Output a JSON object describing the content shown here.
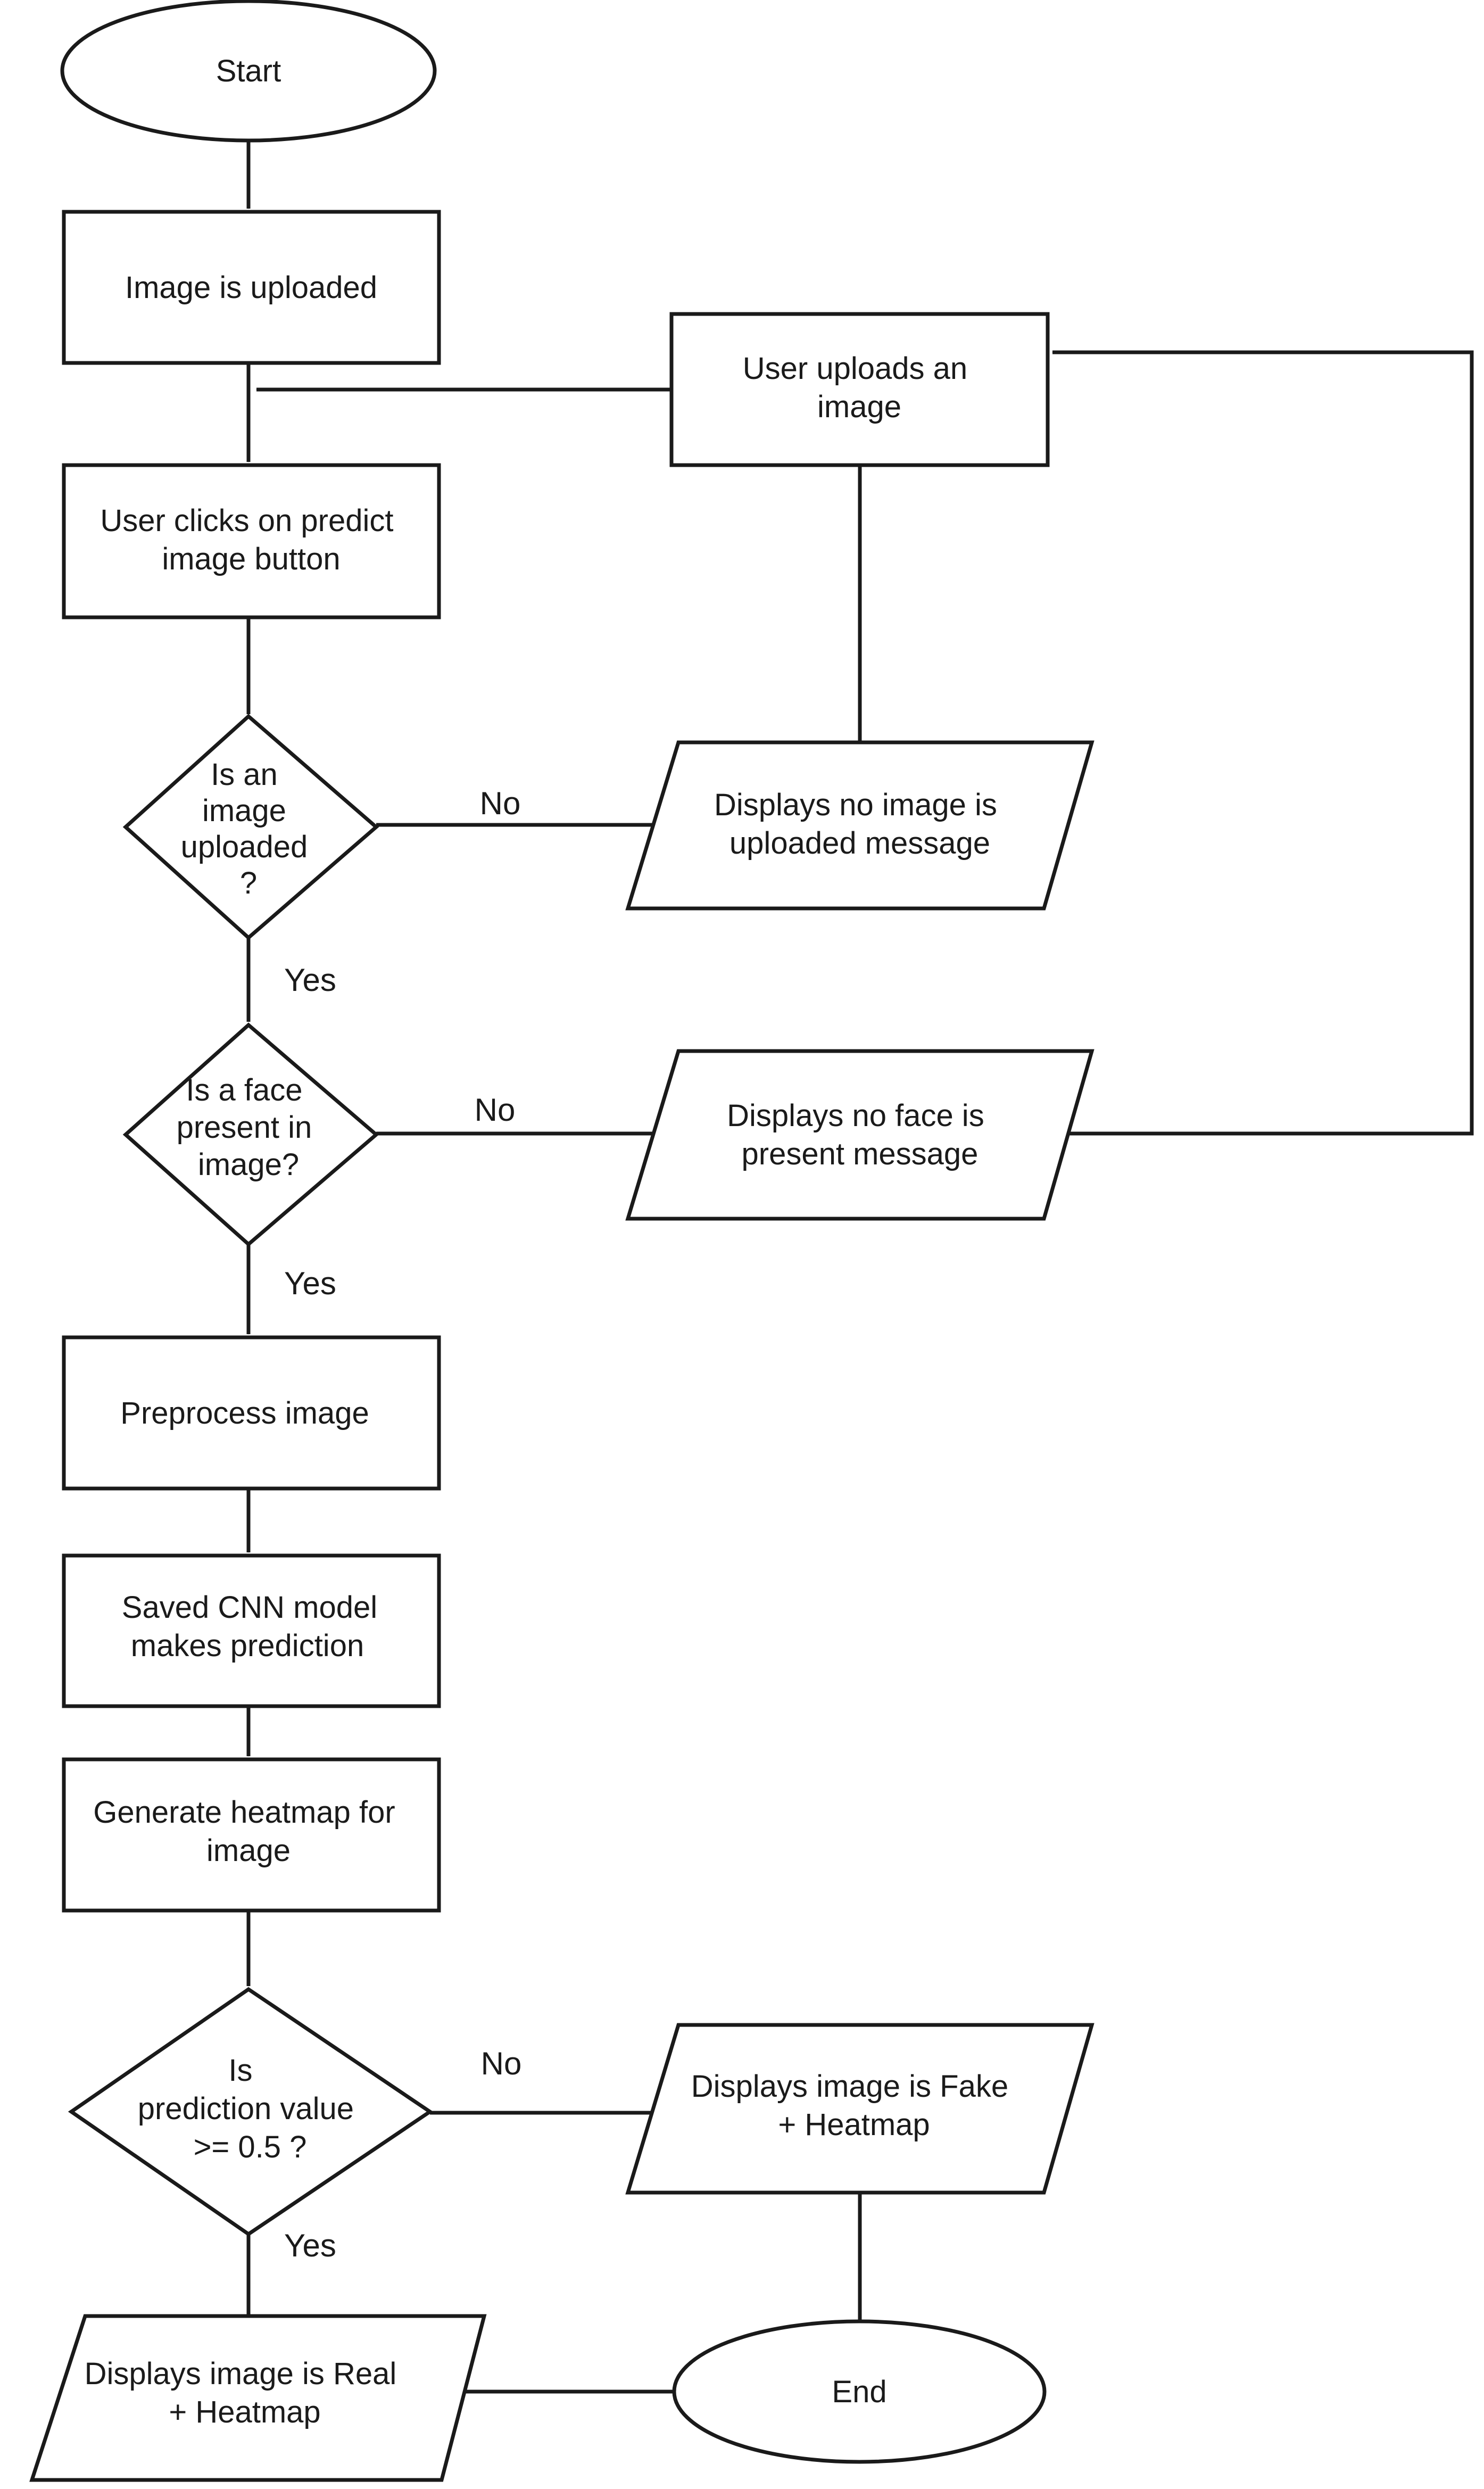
{
  "diagram": {
    "nodes": {
      "start": "Start",
      "image_uploaded": "Image is uploaded",
      "user_uploads": [
        "User uploads an",
        "image"
      ],
      "predict_click": [
        "User clicks on predict",
        "image button"
      ],
      "is_image_uploaded": [
        "Is an",
        "image",
        "uploaded",
        "?"
      ],
      "no_image_message": [
        "Displays no image is",
        "uploaded message"
      ],
      "is_face_present": [
        "Is a face",
        "present in",
        "image?"
      ],
      "no_face_message": [
        "Displays no face is",
        "present message"
      ],
      "preprocess": "Preprocess image",
      "cnn_predict": [
        "Saved CNN model",
        "makes prediction"
      ],
      "heatmap": [
        "Generate heatmap for",
        "image"
      ],
      "is_prediction": [
        "Is",
        "prediction value",
        ">= 0.5 ?"
      ],
      "fake_message": [
        "Displays image is Fake",
        "+ Heatmap"
      ],
      "real_message": [
        "Displays image is Real",
        "+ Heatmap"
      ],
      "end": "End"
    },
    "edge_labels": {
      "image_no": "No",
      "image_yes": "Yes",
      "face_no": "No",
      "face_yes": "Yes",
      "prediction_no": "No",
      "prediction_yes": "Yes"
    }
  }
}
